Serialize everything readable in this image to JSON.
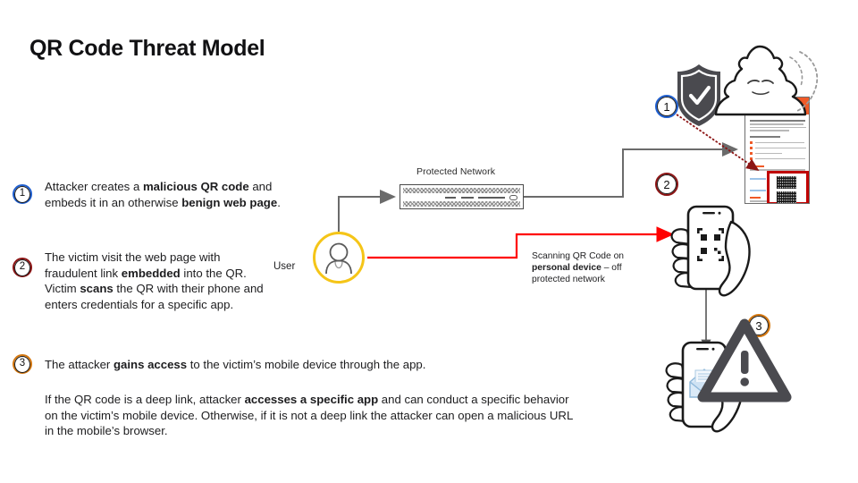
{
  "page_title": "QR Code Threat Model",
  "colors": {
    "marker_one": "#1f5fd0",
    "marker_two": "#8c1414",
    "marker_three": "#d4770f",
    "user_ring": "#F5C518",
    "attack_path": "#FF0000",
    "qr_highlight": "#C00000",
    "banner": "#F05A28",
    "network_line": "#6b6b6b"
  },
  "steps": [
    {
      "number": "1",
      "marker_color": "#1f5fd0",
      "text_runs": [
        {
          "t": "Attacker creates a ",
          "b": false
        },
        {
          "t": "malicious QR code",
          "b": true
        },
        {
          "t": " and embeds it in an otherwise ",
          "b": false
        },
        {
          "t": "benign web page",
          "b": true
        },
        {
          "t": ".",
          "b": false
        }
      ]
    },
    {
      "number": "2",
      "marker_color": "#8c1414",
      "text_runs": [
        {
          "t": "The victim visit the web page with fraudulent link ",
          "b": false
        },
        {
          "t": "embedded",
          "b": true
        },
        {
          "t": " into the QR. Victim ",
          "b": false
        },
        {
          "t": "scans",
          "b": true
        },
        {
          "t": " the QR with their phone and enters credentials for a specific app.",
          "b": false
        }
      ]
    },
    {
      "number": "3",
      "marker_color": "#d4770f",
      "text_runs": [
        {
          "t": "The attacker ",
          "b": false
        },
        {
          "t": "gains access",
          "b": true
        },
        {
          "t": " to the victim’s mobile device through the app.",
          "b": false
        }
      ]
    }
  ],
  "closing_paragraph": [
    {
      "t": "If the QR code is a deep link, attacker ",
      "b": false
    },
    {
      "t": "accesses a specific app",
      "b": true
    },
    {
      "t": " and can conduct a specific behavior on the victim’s mobile device. Otherwise, if it is not a deep link the attacker can open a malicious URL in the mobile’s browser.",
      "b": false
    }
  ],
  "diagram": {
    "network_label": "Protected Network",
    "user_label": "User",
    "scan_annotation": [
      {
        "t": "Scanning QR Code on ",
        "b": false
      },
      {
        "t": "personal device",
        "b": true
      },
      {
        "t": " – off protected network",
        "b": false
      }
    ],
    "markers": [
      {
        "number": "1",
        "color": "#1f5fd0"
      },
      {
        "number": "2",
        "color": "#8c1414"
      },
      {
        "number": "3",
        "color": "#d4770f"
      }
    ],
    "icons": {
      "shield": "shield-check-icon",
      "attacker": "hacker-icon",
      "webpage": "malicious-web-page",
      "qr_codes": "qr-code-image",
      "scanning_phone": "hand-holding-phone-scanning-qr",
      "compromised_phone": "hand-holding-phone-email",
      "warning": "warning-triangle-icon",
      "firewall": "firewall-appliance-icon",
      "user_avatar": "user-avatar-icon"
    }
  }
}
